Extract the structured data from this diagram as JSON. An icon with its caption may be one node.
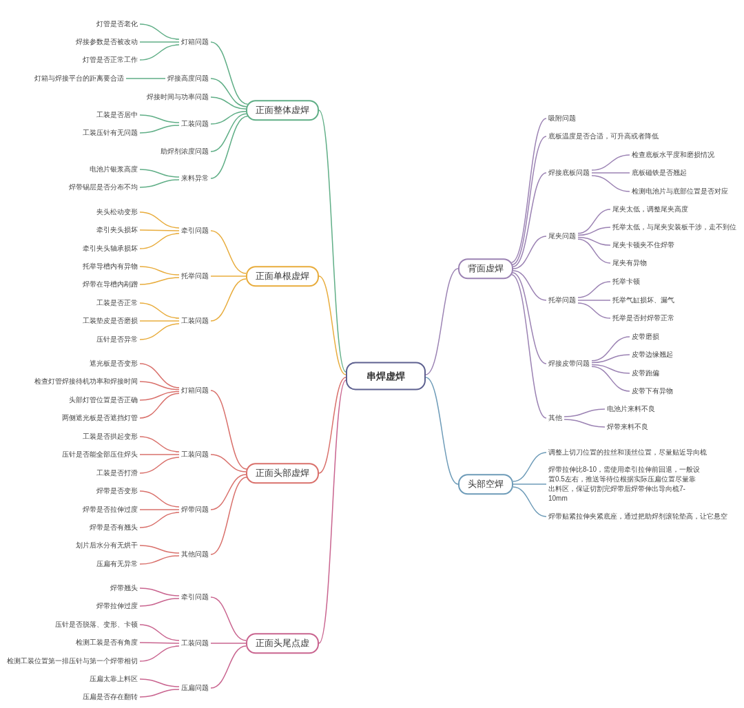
{
  "diagram": {
    "nodes": [
      {
        "text": [
          "串焊虚焊"
        ]
      },
      {
        "text": [
          "正面整体虚焊"
        ]
      },
      {
        "text": [
          "灯箱问题"
        ]
      },
      {
        "text": [
          "灯管是否老化"
        ]
      },
      {
        "text": [
          "焊接参数是否被改动"
        ]
      },
      {
        "text": [
          "灯管是否正常工作"
        ]
      },
      {
        "text": [
          "焊接高度问题"
        ]
      },
      {
        "text": [
          "灯箱与焊接平台的距离要合适"
        ]
      },
      {
        "text": [
          "焊接时间与功率问题"
        ]
      },
      {
        "text": [
          "工装问题"
        ]
      },
      {
        "text": [
          "工装是否居中"
        ]
      },
      {
        "text": [
          "工装压针有无问题"
        ]
      },
      {
        "text": [
          "助焊剂浓度问题"
        ]
      },
      {
        "text": [
          "来料异常"
        ]
      },
      {
        "text": [
          "电池片银浆高度"
        ]
      },
      {
        "text": [
          "焊带锡层是否分布不均"
        ]
      },
      {
        "text": [
          "正面单根虚焊"
        ]
      },
      {
        "text": [
          "牵引问题"
        ]
      },
      {
        "text": [
          "夹头松动变形"
        ]
      },
      {
        "text": [
          "牵引夹头损坏"
        ]
      },
      {
        "text": [
          "牵引夹头轴承损坏"
        ]
      },
      {
        "text": [
          "托举问题"
        ]
      },
      {
        "text": [
          "托举导槽内有异物"
        ]
      },
      {
        "text": [
          "焊带在导槽内剐蹭"
        ]
      },
      {
        "text": [
          "工装问题"
        ]
      },
      {
        "text": [
          "工装是否正常"
        ]
      },
      {
        "text": [
          "工装垫皮是否磨损"
        ]
      },
      {
        "text": [
          "压针是否异常"
        ]
      },
      {
        "text": [
          "正面头部虚焊"
        ]
      },
      {
        "text": [
          "灯箱问题"
        ]
      },
      {
        "text": [
          "遮光板是否变形"
        ]
      },
      {
        "text": [
          "检查灯管焊接待机功率和焊接时间"
        ]
      },
      {
        "text": [
          "头部灯管位置是否正确"
        ]
      },
      {
        "text": [
          "两侧遮光板是否遮挡灯管"
        ]
      },
      {
        "text": [
          "工装问题"
        ]
      },
      {
        "text": [
          "工装是否拱起变形"
        ]
      },
      {
        "text": [
          "压针是否能全部压住焊头"
        ]
      },
      {
        "text": [
          "工装是否打滑"
        ]
      },
      {
        "text": [
          "焊带问题"
        ]
      },
      {
        "text": [
          "焊带是否变形"
        ]
      },
      {
        "text": [
          "焊带是否拉伸过度"
        ]
      },
      {
        "text": [
          "焊带是否有翘头"
        ]
      },
      {
        "text": [
          "其他问题"
        ]
      },
      {
        "text": [
          "划片后水分有无烘干"
        ]
      },
      {
        "text": [
          "压扁有无异常"
        ]
      },
      {
        "text": [
          "正面头尾点虚"
        ]
      },
      {
        "text": [
          "牵引问题"
        ]
      },
      {
        "text": [
          "焊带翘头"
        ]
      },
      {
        "text": [
          "焊带拉伸过度"
        ]
      },
      {
        "text": [
          "工装问题"
        ]
      },
      {
        "text": [
          "压针是否脱落、变形、卡顿"
        ]
      },
      {
        "text": [
          "检测工装是否有角度"
        ]
      },
      {
        "text": [
          "检测工装位置第一排压针与第一个焊带相切"
        ]
      },
      {
        "text": [
          "压扁问题"
        ]
      },
      {
        "text": [
          "压扁太靠上料区"
        ]
      },
      {
        "text": [
          "压扁是否存在翻转"
        ]
      },
      {
        "text": [
          "背面虚焊"
        ]
      },
      {
        "text": [
          "吸附问题"
        ]
      },
      {
        "text": [
          "底板温度是否合适，可升高或者降低"
        ]
      },
      {
        "text": [
          "焊接底板问题"
        ]
      },
      {
        "text": [
          "检查底板水平度和磨损情况"
        ]
      },
      {
        "text": [
          "底板磁铁是否翘起"
        ]
      },
      {
        "text": [
          "检测电池片与底部位置是否对应"
        ]
      },
      {
        "text": [
          "尾夹问题"
        ]
      },
      {
        "text": [
          "尾夹太低，调整尾夹高度"
        ]
      },
      {
        "text": [
          "托举太低，与尾夹安装板干涉，走不到位"
        ]
      },
      {
        "text": [
          "尾夹卡顿夹不住焊带"
        ]
      },
      {
        "text": [
          "尾夹有异物"
        ]
      },
      {
        "text": [
          "托举问题"
        ]
      },
      {
        "text": [
          "托举卡顿"
        ]
      },
      {
        "text": [
          "托举气缸损坏、漏气"
        ]
      },
      {
        "text": [
          "托举是否封焊带正常"
        ]
      },
      {
        "text": [
          "焊接皮带问题"
        ]
      },
      {
        "text": [
          "皮带磨损"
        ]
      },
      {
        "text": [
          "皮带边缘翘起"
        ]
      },
      {
        "text": [
          "皮带跑偏"
        ]
      },
      {
        "text": [
          "皮带下有异物"
        ]
      },
      {
        "text": [
          "其他"
        ]
      },
      {
        "text": [
          "电池片来料不良"
        ]
      },
      {
        "text": [
          "焊带来料不良"
        ]
      },
      {
        "text": [
          "头部空焊"
        ]
      },
      {
        "text": [
          "调整上切刀位置的拉丝和顶丝位置，尽量贴近导向梳"
        ]
      },
      {
        "text": [
          "焊带拉伸比8-10，需使用牵引拉伸前回退，一般设置0.5左右，推送等待位根据实际压扁位置尽量靠出料区，保证切割完焊带后焊带伸出导向梳7-10mm"
        ]
      },
      {
        "text": [
          "焊带贴紧拉伸夹紧底座，通过把助焊剂滚轮垫高，让它悬空"
        ]
      }
    ],
    "edges": [
      {
        "from": 0,
        "to": 1,
        "arrow": "none",
        "color": "#5fae86"
      },
      {
        "from": 1,
        "to": 2,
        "arrow": "none",
        "color": "#5fae86"
      },
      {
        "from": 2,
        "to": 3,
        "arrow": "none",
        "color": "#5fae86"
      },
      {
        "from": 2,
        "to": 4,
        "arrow": "none",
        "color": "#5fae86"
      },
      {
        "from": 2,
        "to": 5,
        "arrow": "none",
        "color": "#5fae86"
      },
      {
        "from": 1,
        "to": 6,
        "arrow": "none",
        "color": "#5fae86"
      },
      {
        "from": 6,
        "to": 7,
        "arrow": "none",
        "color": "#5fae86"
      },
      {
        "from": 1,
        "to": 8,
        "arrow": "none",
        "color": "#5fae86"
      },
      {
        "from": 1,
        "to": 9,
        "arrow": "none",
        "color": "#5fae86"
      },
      {
        "from": 9,
        "to": 10,
        "arrow": "none",
        "color": "#5fae86"
      },
      {
        "from": 9,
        "to": 11,
        "arrow": "none",
        "color": "#5fae86"
      },
      {
        "from": 1,
        "to": 12,
        "arrow": "none",
        "color": "#5fae86"
      },
      {
        "from": 1,
        "to": 13,
        "arrow": "none",
        "color": "#5fae86"
      },
      {
        "from": 13,
        "to": 14,
        "arrow": "none",
        "color": "#5fae86"
      },
      {
        "from": 13,
        "to": 15,
        "arrow": "none",
        "color": "#5fae86"
      },
      {
        "from": 0,
        "to": 16,
        "arrow": "none",
        "color": "#e8ac3c"
      },
      {
        "from": 16,
        "to": 17,
        "arrow": "none",
        "color": "#e8ac3c"
      },
      {
        "from": 17,
        "to": 18,
        "arrow": "none",
        "color": "#e8ac3c"
      },
      {
        "from": 17,
        "to": 19,
        "arrow": "none",
        "color": "#e8ac3c"
      },
      {
        "from": 17,
        "to": 20,
        "arrow": "none",
        "color": "#e8ac3c"
      },
      {
        "from": 16,
        "to": 21,
        "arrow": "none",
        "color": "#e8ac3c"
      },
      {
        "from": 21,
        "to": 22,
        "arrow": "none",
        "color": "#e8ac3c"
      },
      {
        "from": 21,
        "to": 23,
        "arrow": "none",
        "color": "#e8ac3c"
      },
      {
        "from": 16,
        "to": 24,
        "arrow": "none",
        "color": "#e8ac3c"
      },
      {
        "from": 24,
        "to": 25,
        "arrow": "none",
        "color": "#e8ac3c"
      },
      {
        "from": 24,
        "to": 26,
        "arrow": "none",
        "color": "#e8ac3c"
      },
      {
        "from": 24,
        "to": 27,
        "arrow": "none",
        "color": "#e8ac3c"
      },
      {
        "from": 0,
        "to": 28,
        "arrow": "none",
        "color": "#d9706b"
      },
      {
        "from": 28,
        "to": 29,
        "arrow": "none",
        "color": "#d9706b"
      },
      {
        "from": 29,
        "to": 30,
        "arrow": "none",
        "color": "#d9706b"
      },
      {
        "from": 29,
        "to": 31,
        "arrow": "none",
        "color": "#d9706b"
      },
      {
        "from": 29,
        "to": 32,
        "arrow": "none",
        "color": "#d9706b"
      },
      {
        "from": 29,
        "to": 33,
        "arrow": "none",
        "color": "#d9706b"
      },
      {
        "from": 28,
        "to": 34,
        "arrow": "none",
        "color": "#d9706b"
      },
      {
        "from": 34,
        "to": 35,
        "arrow": "none",
        "color": "#d9706b"
      },
      {
        "from": 34,
        "to": 36,
        "arrow": "none",
        "color": "#d9706b"
      },
      {
        "from": 34,
        "to": 37,
        "arrow": "none",
        "color": "#d9706b"
      },
      {
        "from": 28,
        "to": 38,
        "arrow": "none",
        "color": "#d9706b"
      },
      {
        "from": 38,
        "to": 39,
        "arrow": "none",
        "color": "#d9706b"
      },
      {
        "from": 38,
        "to": 40,
        "arrow": "none",
        "color": "#d9706b"
      },
      {
        "from": 38,
        "to": 41,
        "arrow": "none",
        "color": "#d9706b"
      },
      {
        "from": 28,
        "to": 42,
        "arrow": "none",
        "color": "#d9706b"
      },
      {
        "from": 42,
        "to": 43,
        "arrow": "none",
        "color": "#d9706b"
      },
      {
        "from": 42,
        "to": 44,
        "arrow": "none",
        "color": "#d9706b"
      },
      {
        "from": 0,
        "to": 45,
        "arrow": "none",
        "color": "#c9648f"
      },
      {
        "from": 45,
        "to": 46,
        "arrow": "none",
        "color": "#c9648f"
      },
      {
        "from": 46,
        "to": 47,
        "arrow": "none",
        "color": "#c9648f"
      },
      {
        "from": 46,
        "to": 48,
        "arrow": "none",
        "color": "#c9648f"
      },
      {
        "from": 45,
        "to": 49,
        "arrow": "none",
        "color": "#c9648f"
      },
      {
        "from": 49,
        "to": 50,
        "arrow": "none",
        "color": "#c9648f"
      },
      {
        "from": 49,
        "to": 51,
        "arrow": "none",
        "color": "#c9648f"
      },
      {
        "from": 49,
        "to": 52,
        "arrow": "none",
        "color": "#c9648f"
      },
      {
        "from": 45,
        "to": 53,
        "arrow": "none",
        "color": "#c9648f"
      },
      {
        "from": 53,
        "to": 54,
        "arrow": "none",
        "color": "#c9648f"
      },
      {
        "from": 53,
        "to": 55,
        "arrow": "none",
        "color": "#c9648f"
      },
      {
        "from": 0,
        "to": 56,
        "arrow": "none",
        "color": "#9b82b3"
      },
      {
        "from": 56,
        "to": 57,
        "arrow": "none",
        "color": "#9b82b3"
      },
      {
        "from": 56,
        "to": 58,
        "arrow": "none",
        "color": "#9b82b3"
      },
      {
        "from": 56,
        "to": 59,
        "arrow": "none",
        "color": "#9b82b3"
      },
      {
        "from": 59,
        "to": 60,
        "arrow": "none",
        "color": "#9b82b3"
      },
      {
        "from": 59,
        "to": 61,
        "arrow": "none",
        "color": "#9b82b3"
      },
      {
        "from": 59,
        "to": 62,
        "arrow": "none",
        "color": "#9b82b3"
      },
      {
        "from": 56,
        "to": 63,
        "arrow": "none",
        "color": "#9b82b3"
      },
      {
        "from": 63,
        "to": 64,
        "arrow": "none",
        "color": "#9b82b3"
      },
      {
        "from": 63,
        "to": 65,
        "arrow": "none",
        "color": "#9b82b3"
      },
      {
        "from": 63,
        "to": 66,
        "arrow": "none",
        "color": "#9b82b3"
      },
      {
        "from": 63,
        "to": 67,
        "arrow": "none",
        "color": "#9b82b3"
      },
      {
        "from": 56,
        "to": 68,
        "arrow": "none",
        "color": "#9b82b3"
      },
      {
        "from": 68,
        "to": 69,
        "arrow": "none",
        "color": "#9b82b3"
      },
      {
        "from": 68,
        "to": 70,
        "arrow": "none",
        "color": "#9b82b3"
      },
      {
        "from": 68,
        "to": 71,
        "arrow": "none",
        "color": "#9b82b3"
      },
      {
        "from": 56,
        "to": 72,
        "arrow": "none",
        "color": "#9b82b3"
      },
      {
        "from": 72,
        "to": 73,
        "arrow": "none",
        "color": "#9b82b3"
      },
      {
        "from": 72,
        "to": 74,
        "arrow": "none",
        "color": "#9b82b3"
      },
      {
        "from": 72,
        "to": 75,
        "arrow": "none",
        "color": "#9b82b3"
      },
      {
        "from": 72,
        "to": 76,
        "arrow": "none",
        "color": "#9b82b3"
      },
      {
        "from": 56,
        "to": 77,
        "arrow": "none",
        "color": "#9b82b3"
      },
      {
        "from": 77,
        "to": 78,
        "arrow": "none",
        "color": "#9b82b3"
      },
      {
        "from": 77,
        "to": 79,
        "arrow": "none",
        "color": "#9b82b3"
      },
      {
        "from": 0,
        "to": 80,
        "arrow": "none",
        "color": "#6d9bb8"
      },
      {
        "from": 80,
        "to": 81,
        "arrow": "none",
        "color": "#6d9bb8"
      },
      {
        "from": 80,
        "to": 82,
        "arrow": "none",
        "color": "#6d9bb8"
      },
      {
        "from": 80,
        "to": 83,
        "arrow": "none",
        "color": "#6d9bb8"
      }
    ]
  }
}
